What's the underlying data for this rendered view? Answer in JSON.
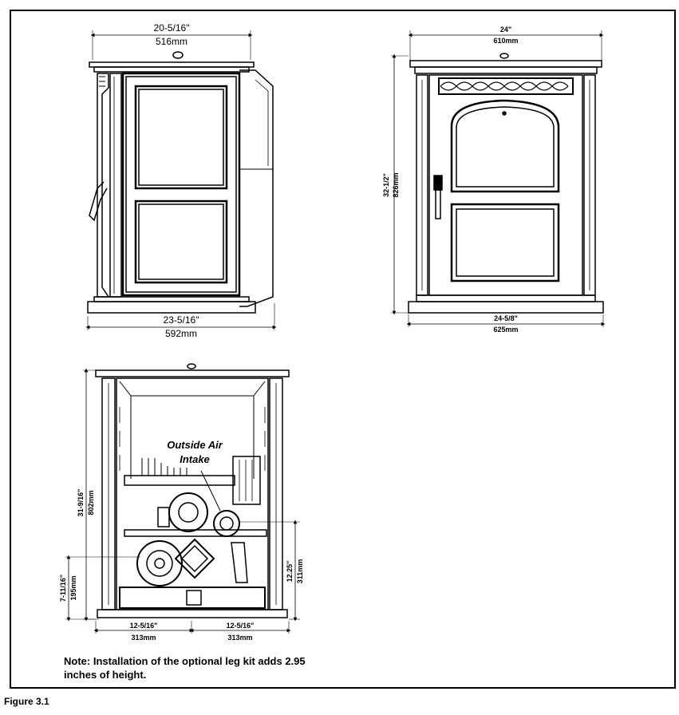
{
  "side_view": {
    "top_width_in": "20-5/16\"",
    "top_width_mm": "516mm",
    "base_width_in": "23-5/16\"",
    "base_width_mm": "592mm"
  },
  "front_view": {
    "top_width_in": "24\"",
    "top_width_mm": "610mm",
    "height_in": "32-1/2\"",
    "height_mm": "826mm",
    "base_width_in": "24-5/8\"",
    "base_width_mm": "625mm"
  },
  "rear_view": {
    "label_line1": "Outside Air",
    "label_line2": "Intake",
    "height_in": "31-9/16\"",
    "height_mm": "802mm",
    "low_height_in": "7-11/16\"",
    "low_height_mm": "195mm",
    "intake_height_in": "12.25\"",
    "intake_height_mm": "311mm",
    "left_width_in": "12-5/16\"",
    "left_width_mm": "313mm",
    "right_width_in": "12-5/16\"",
    "right_width_mm": "313mm"
  },
  "note": "Note: Installation of the optional leg kit adds 2.95 inches of height.",
  "caption": "Figure 3.1"
}
